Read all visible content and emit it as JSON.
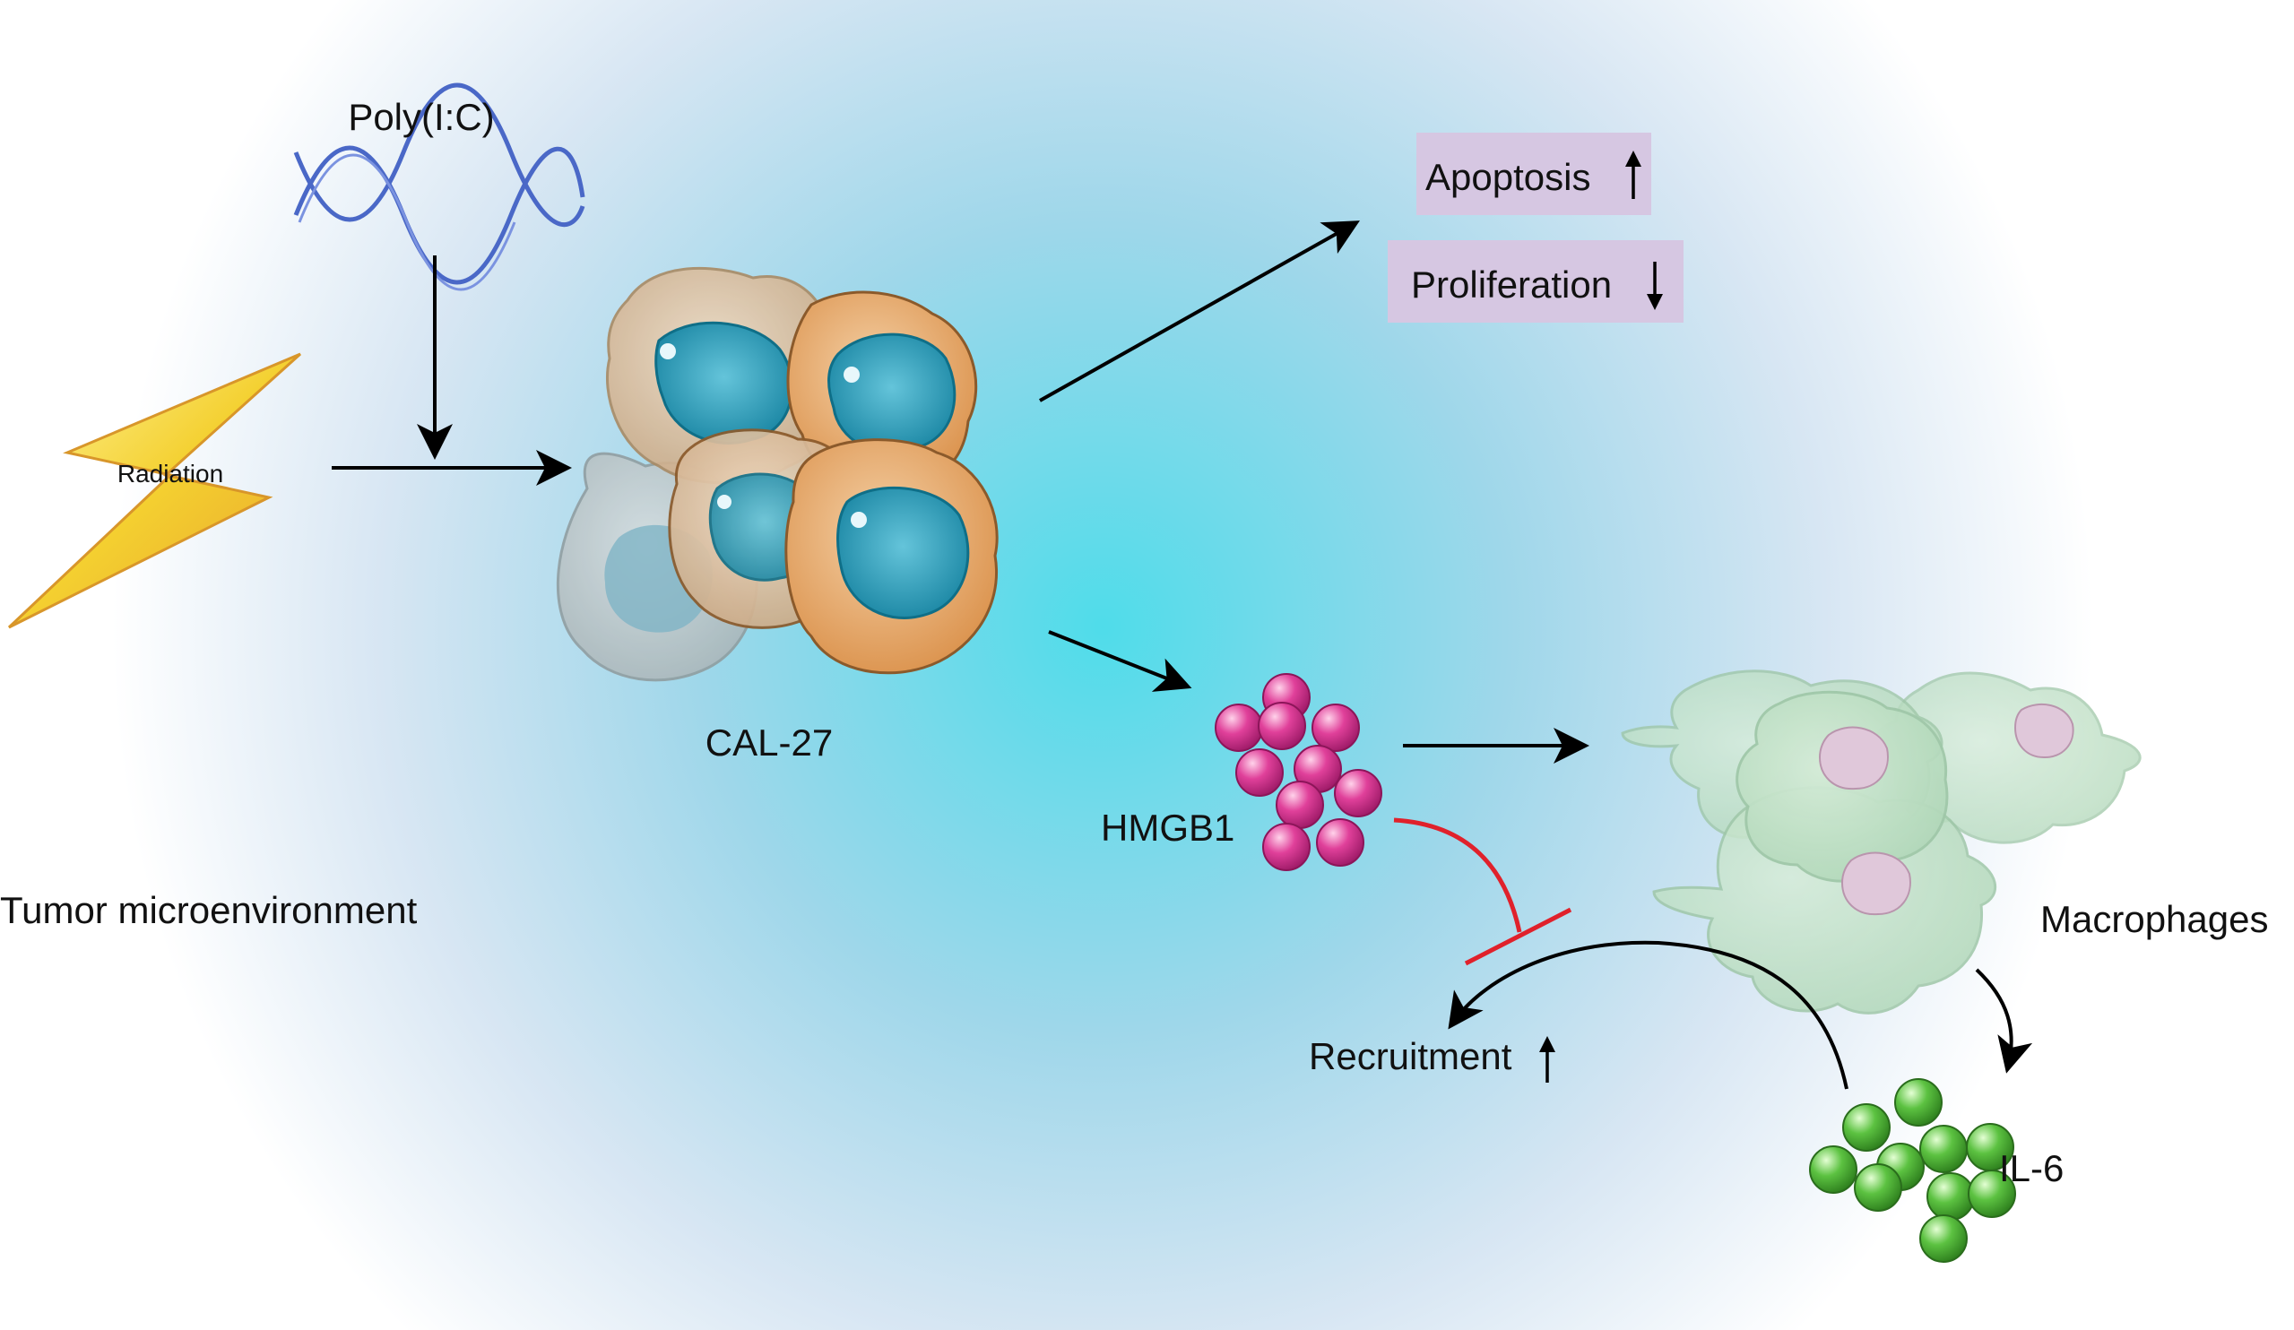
{
  "labels": {
    "poly_ic": "Poly(I:C)",
    "radiation": "Radiation",
    "cell_line": "CAL-27",
    "tumor_env": "Tumor microenvironment",
    "apoptosis": "Apoptosis",
    "proliferation": "Proliferation",
    "hmgb1": "HMGB1",
    "macrophages": "Macrophages",
    "recruitment": "Recruitment",
    "il6": "IL-6"
  },
  "colors": {
    "background_glow": "#4fdcea",
    "effect_box": "#d6c7e2",
    "hmgb1_particle": "#e0409a",
    "il6_particle": "#5cc241",
    "inhibition": "#e0212b",
    "tumor_cell": "#e3a35f",
    "nucleus": "#1d93b2",
    "macrophage": "#bfe1c6",
    "dsrna": "#4a68c7",
    "lightning": "#f4d030"
  },
  "effects": {
    "apoptosis_direction": "up",
    "proliferation_direction": "down",
    "recruitment_direction": "up"
  }
}
